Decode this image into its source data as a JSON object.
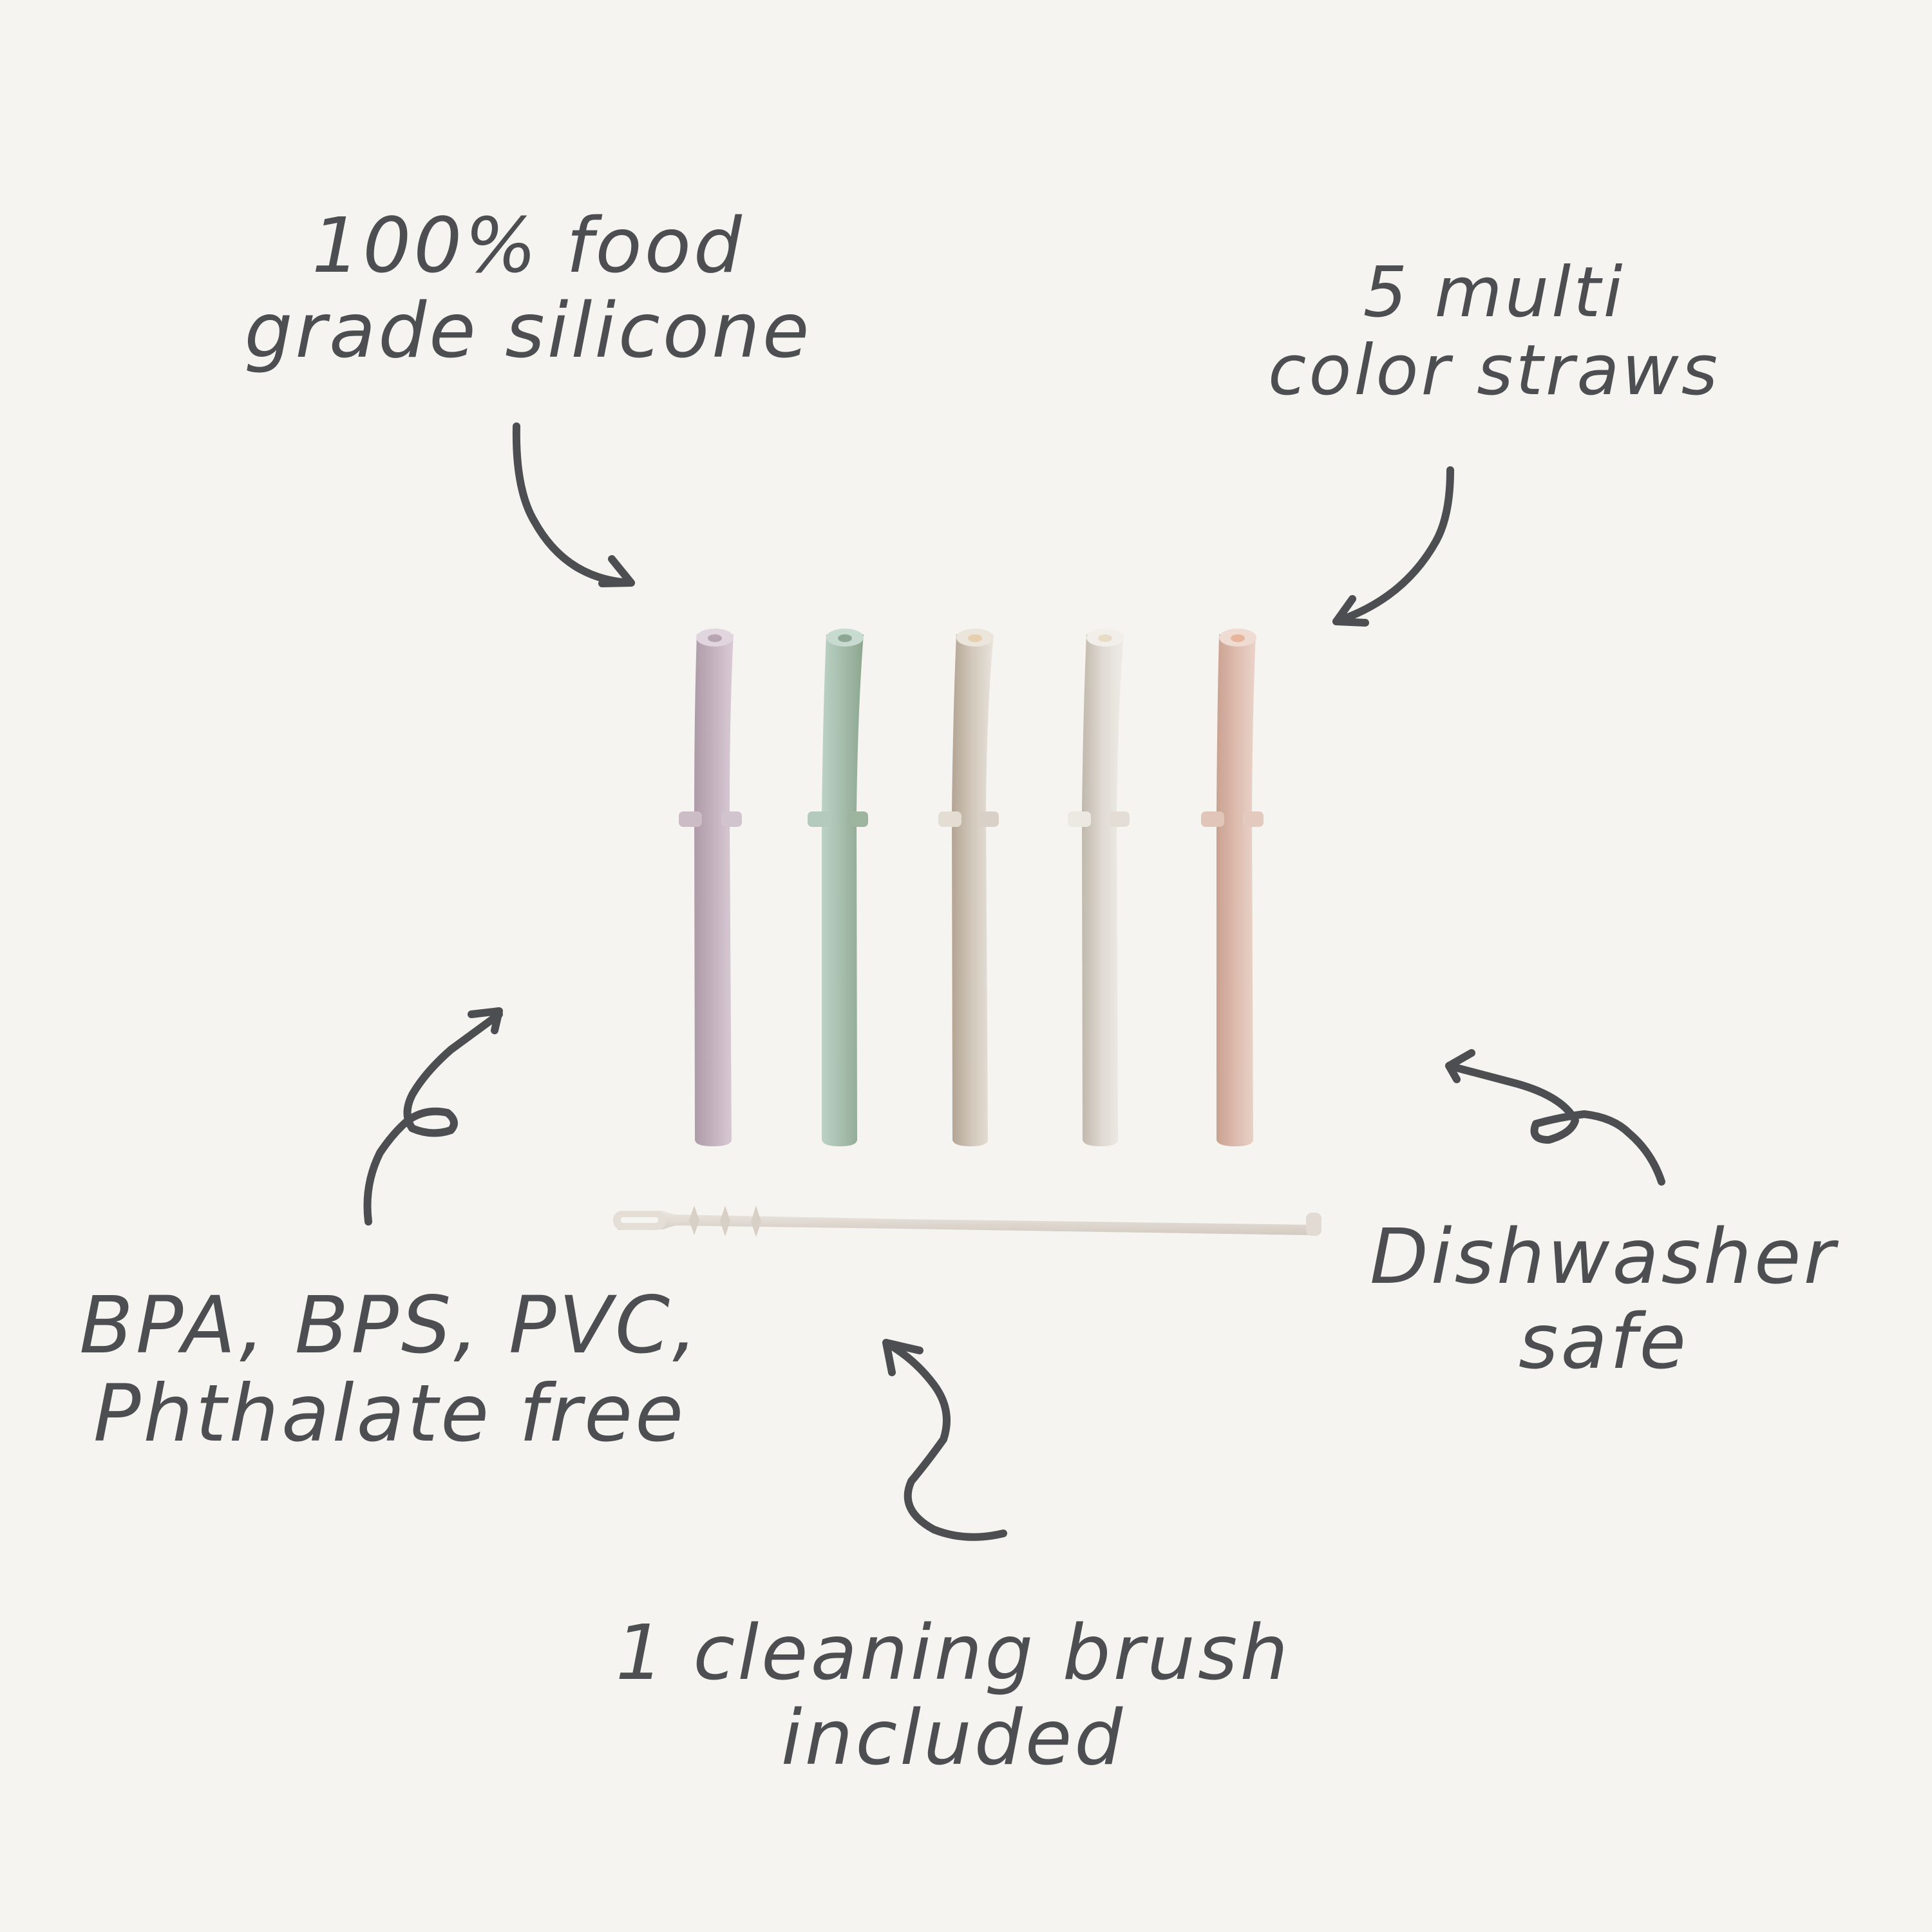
{
  "colors": {
    "background": "#f5f4f0",
    "ink": "#4d4e51"
  },
  "annotations": {
    "silicone": {
      "lines": [
        "100% food",
        "grade silicone"
      ]
    },
    "straws": {
      "lines": [
        "5 multi",
        "color straws"
      ]
    },
    "bpa_free": {
      "lines": [
        "BPA, BPS, PVC,",
        "Phthalate free"
      ]
    },
    "dishwasher": {
      "lines": [
        "Dishwasher",
        "safe"
      ]
    },
    "brush": {
      "lines": [
        "1 cleaning brush",
        "included"
      ]
    }
  },
  "product": {
    "straws": [
      {
        "color_name": "lilac",
        "base": "#cdbec8",
        "shade": "#ad9ca8",
        "tip": "#e2d6de"
      },
      {
        "color_name": "sage",
        "base": "#a9c2b4",
        "shade": "#8da68f",
        "tip": "#c8dbd0"
      },
      {
        "color_name": "taupe",
        "base": "#d9d1c6",
        "shade": "#b3a493",
        "tip": "#ebe5dc"
      },
      {
        "color_name": "ivory",
        "base": "#e6e2dc",
        "shade": "#c1b8ac",
        "tip": "#f2efea"
      },
      {
        "color_name": "blush",
        "base": "#e3c8bd",
        "shade": "#caa191",
        "tip": "#efdbd2"
      }
    ],
    "brush": {
      "color": "#e3ddd6",
      "shade": "#cec6bd"
    }
  }
}
